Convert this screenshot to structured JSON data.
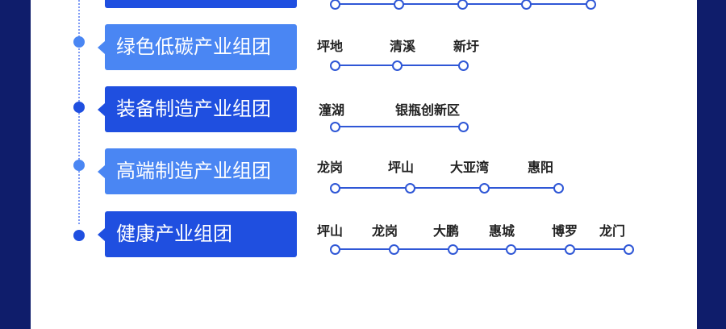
{
  "groups": [
    {
      "title": "",
      "style": "dark",
      "places": [
        "",
        "",
        "",
        "",
        ""
      ]
    },
    {
      "title": "绿色低碳产业组团",
      "style": "light",
      "places": [
        "坪地",
        "清溪",
        "新圩"
      ]
    },
    {
      "title": "装备制造产业组团",
      "style": "dark",
      "places": [
        "潼湖",
        "银瓶创新区"
      ]
    },
    {
      "title": "高端制造产业组团",
      "style": "light",
      "places": [
        "龙岗",
        "坪山",
        "大亚湾",
        "惠阳"
      ]
    },
    {
      "title": "健康产业组团",
      "style": "dark",
      "places": [
        "坪山",
        "龙岗",
        "大鹏",
        "惠城",
        "博罗",
        "龙门"
      ]
    }
  ],
  "colors": {
    "background": "#0f1d6b",
    "panel": "#ffffff",
    "tag_dark": "#1f4fe0",
    "tag_light": "#4a86f3",
    "line": "#2f57d6"
  }
}
